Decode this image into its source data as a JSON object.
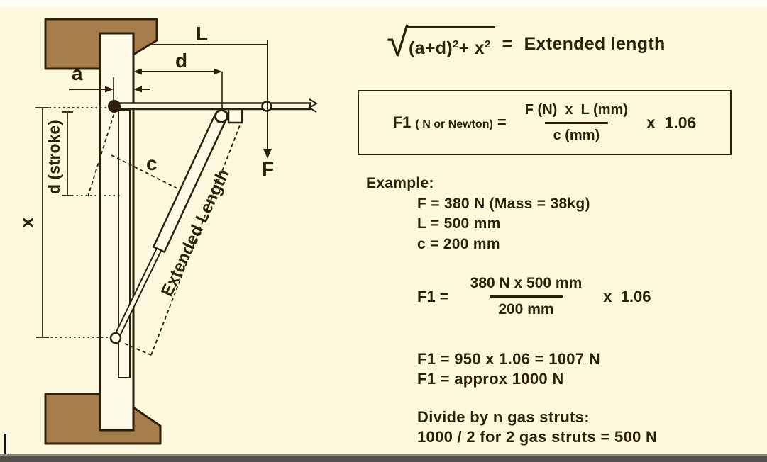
{
  "colors": {
    "background": "#FBF8DD",
    "ink": "#2E1F08",
    "wood_fill": "#A67E4B",
    "panel_fill": "#FCFAE6",
    "bottom_bar": "#55514A"
  },
  "formula_extended": {
    "radical_sign": "√",
    "radicand_base": "(a+d)",
    "radicand_sup1": "2",
    "radicand_mid": "+ x",
    "radicand_sup2": "2",
    "equals": "=",
    "result": "Extended length"
  },
  "formula_box": {
    "lhs_f1": "F1 ",
    "lhs_qualifier": "( N or Newton)",
    "equals": " =",
    "numerator": "F (N)  x  L (mm)",
    "denominator": "c (mm)",
    "multiplier": "x  1.06"
  },
  "example": {
    "heading": "Example:",
    "lines": [
      "F = 380 N (Mass = 38kg)",
      "L = 500 mm",
      "c = 200 mm"
    ]
  },
  "calculation": {
    "lhs": "F1 =",
    "numerator": "380 N x 500 mm",
    "denominator": "200 mm",
    "multiplier": "x  1.06",
    "results": [
      "F1 = 950 x 1.06 = 1007 N",
      "F1 = approx 1000 N"
    ]
  },
  "divide": {
    "lines": [
      "Divide by n gas struts:",
      "1000 / 2 for 2 gas struts = 500 N"
    ]
  },
  "diagram": {
    "labels": {
      "L": "L",
      "d": "d",
      "a": "a",
      "x": "x",
      "d_stroke": "d (stroke)",
      "c": "c",
      "F": "F",
      "extended_length": "Extended Length"
    }
  }
}
